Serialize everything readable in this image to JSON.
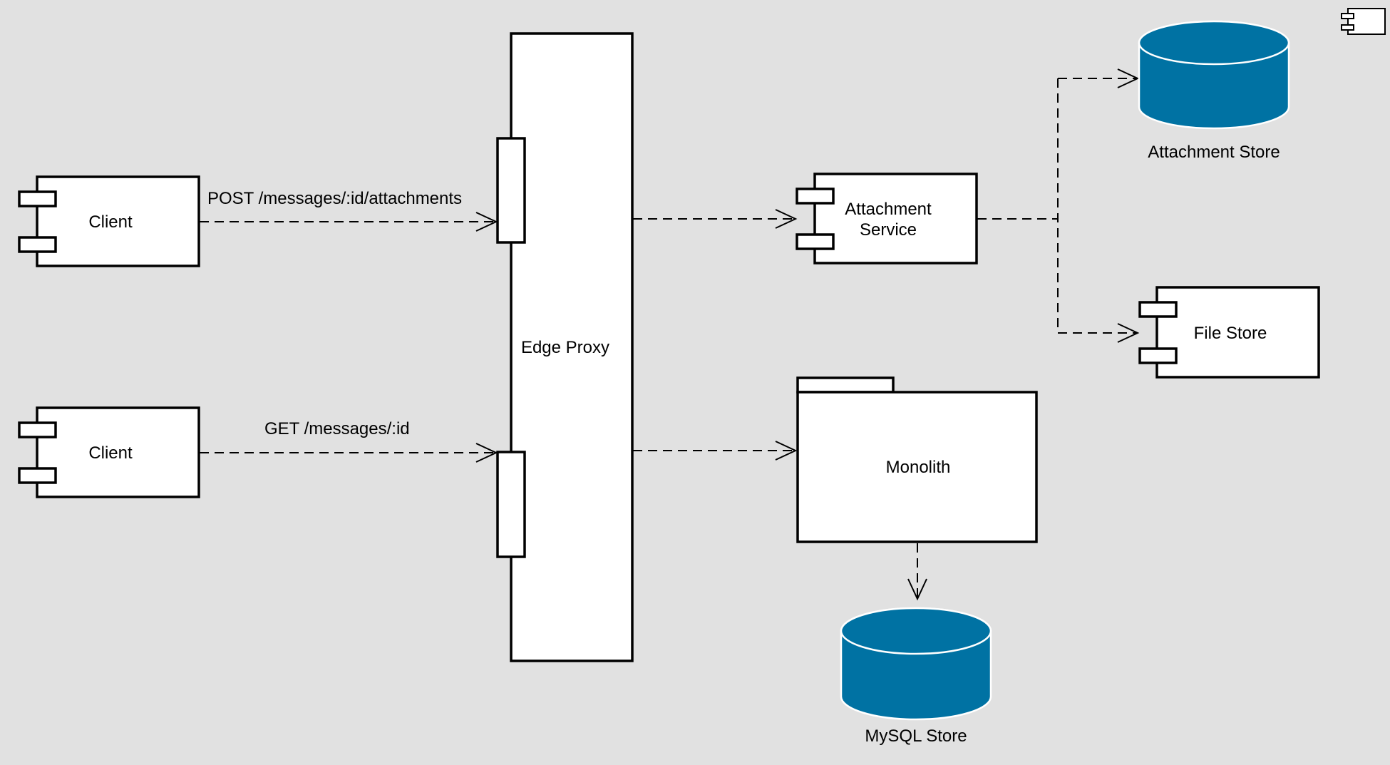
{
  "colors": {
    "background": "#e1e1e1",
    "database_fill": "#0072a3",
    "stroke": "#000000"
  },
  "nodes": {
    "client_top": {
      "label": "Client",
      "shape": "component"
    },
    "client_bottom": {
      "label": "Client",
      "shape": "component"
    },
    "edge_proxy": {
      "label": "Edge Proxy",
      "shape": "node-with-ports"
    },
    "attachment_service": {
      "label_line1": "Attachment",
      "label_line2": "Service",
      "shape": "component"
    },
    "attachment_store": {
      "label": "Attachment Store",
      "shape": "database"
    },
    "file_store": {
      "label": "File Store",
      "shape": "component"
    },
    "monolith": {
      "label": "Monolith",
      "shape": "folder"
    },
    "mysql_store": {
      "label": "MySQL Store",
      "shape": "database"
    }
  },
  "edges": {
    "client_top_to_proxy": {
      "label": "POST /messages/:id/attachments",
      "style": "dashed-arrow"
    },
    "client_bottom_to_proxy": {
      "label": "GET /messages/:id",
      "style": "dashed-arrow"
    },
    "proxy_to_attachment_service": {
      "label": "",
      "style": "dashed-arrow"
    },
    "proxy_to_monolith": {
      "label": "",
      "style": "dashed-arrow"
    },
    "attachment_service_to_attachment_store": {
      "label": "",
      "style": "dashed-arrow"
    },
    "attachment_service_to_file_store": {
      "label": "",
      "style": "dashed-arrow"
    },
    "monolith_to_mysql_store": {
      "label": "",
      "style": "dashed-arrow"
    }
  },
  "legend": {
    "icon": "component-icon"
  }
}
